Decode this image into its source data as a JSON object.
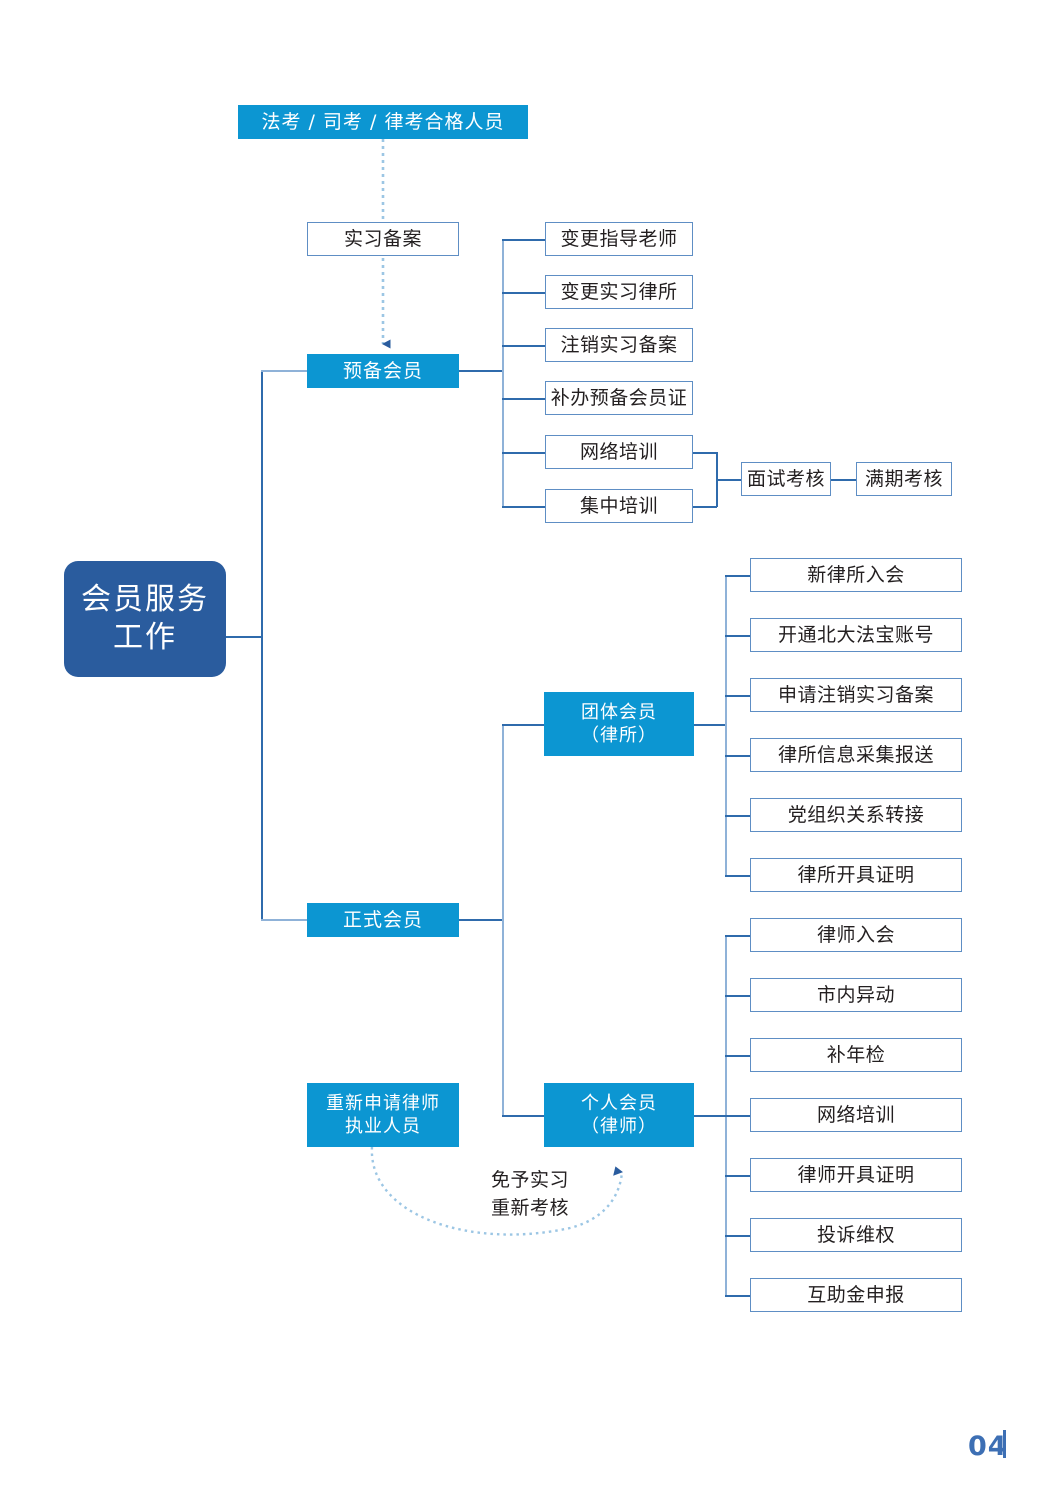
{
  "diagram": {
    "title_node": "会员服务\n工作",
    "entry_node": "法考 / 司考 / 律考合格人员",
    "filing_node": "实习备案",
    "prep_member": "预备会员",
    "formal_member": "正式会员",
    "group_member": "团体会员\n（律所）",
    "individual_member": "个人会员\n（律师）",
    "reapply_node": "重新申请律师\n执业人员",
    "edge_label": "免予实习\n重新考核",
    "prep_children": [
      "变更指导老师",
      "变更实习律所",
      "注销实习备案",
      "补办预备会员证",
      "网络培训",
      "集中培训"
    ],
    "training_chain": [
      "面试考核",
      "满期考核"
    ],
    "group_children": [
      "新律所入会",
      "开通北大法宝账号",
      "申请注销实习备案",
      "律所信息采集报送",
      "党组织关系转接",
      "律所开具证明"
    ],
    "individual_children": [
      "律师入会",
      "市内异动",
      "补年检",
      "网络培训",
      "律师开具证明",
      "投诉维权",
      "互助金申报"
    ],
    "page_number": "04"
  },
  "colors": {
    "root_blue": "#2A5C9E",
    "cyan": "#0C96D2",
    "leaf_border": "#5E8EC4",
    "connector": "#2F6BAC",
    "connector_light": "#8FB2D8",
    "page_number": "#3D6FB4"
  }
}
